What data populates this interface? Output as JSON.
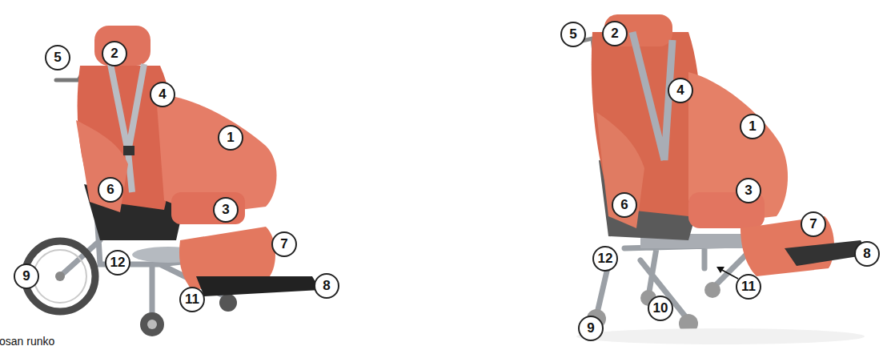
{
  "diagram": {
    "labels": [
      "5",
      "2",
      "4",
      "1",
      "6",
      "3",
      "9",
      "12",
      "7",
      "11",
      "8",
      "5",
      "2",
      "4",
      "1",
      "6",
      "3",
      "7",
      "12",
      "8",
      "11",
      "10",
      "9",
      "osan runko"
    ]
  }
}
